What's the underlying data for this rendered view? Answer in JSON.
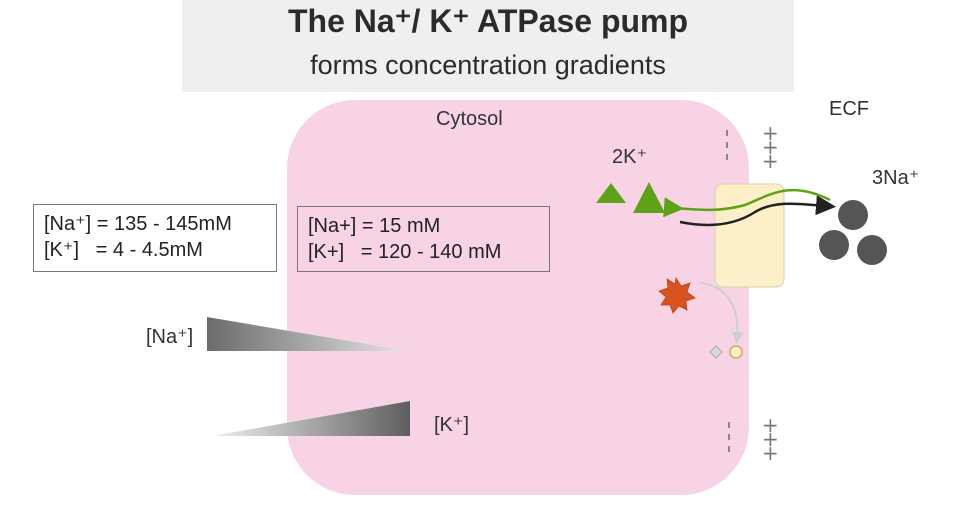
{
  "title": "The Na⁺/ K⁺ ATPase pump",
  "subtitle": "forms concentration gradients",
  "labels": {
    "cytosol": "Cytosol",
    "ecf": "ECF",
    "k_ions": "2K⁺",
    "na_ions": "3Na⁺",
    "na_gradient": "[Na⁺]",
    "k_gradient": "[K⁺]"
  },
  "extracellular_box": {
    "line1": "[Na⁺] = 135 - 145mM",
    "line2": "[K⁺]   = 4 - 4.5mM"
  },
  "intracellular_box": {
    "line1": "[Na+] = 15 mM",
    "line2": "[K+]   = 120 - 140 mM"
  },
  "charges": {
    "outside_top": "+\n+\n+",
    "outside_bottom": "+\n+\n+"
  },
  "colors": {
    "cytosol": "#f8d3e6",
    "pump": "#fdf0c8",
    "potassium": "#5ea21a",
    "sodium": "#555555",
    "atp": "#d9531e"
  },
  "icons": {
    "k_ion": "green-triangle",
    "na_ion": "gray-circle",
    "atp": "orange-starburst"
  }
}
